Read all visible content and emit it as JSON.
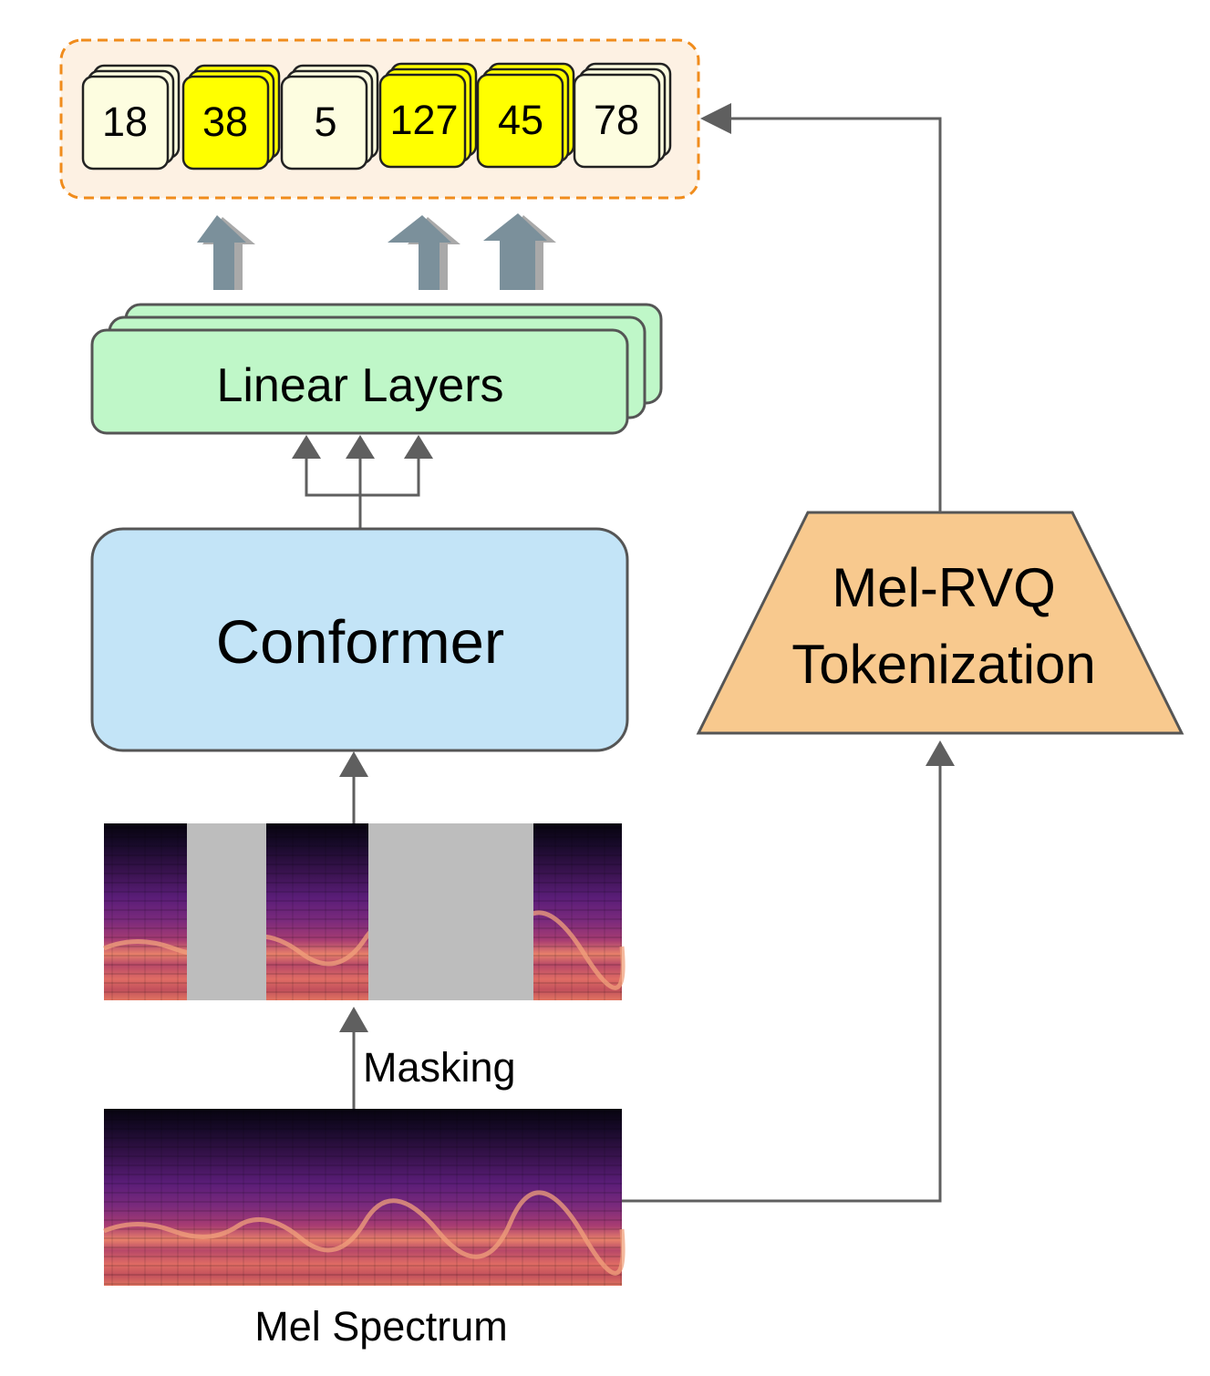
{
  "tokens": [
    {
      "value": "18",
      "highlighted": false
    },
    {
      "value": "38",
      "highlighted": true
    },
    {
      "value": "5",
      "highlighted": false
    },
    {
      "value": "127",
      "highlighted": true
    },
    {
      "value": "45",
      "highlighted": true
    },
    {
      "value": "78",
      "highlighted": false
    }
  ],
  "linear_layers_label": "Linear Layers",
  "conformer_label": "Conformer",
  "tokenizer_label_line1": "Mel-RVQ",
  "tokenizer_label_line2": "Tokenization",
  "masking_label": "Masking",
  "mel_spectrum_label": "Mel Spectrum",
  "colors": {
    "token_plain": "#fdfde0",
    "token_highlight": "#ffff00",
    "token_container_fill": "#fdf1e3",
    "token_container_border": "#f08c1c",
    "linear_fill": "#bff7c8",
    "conformer_fill": "#c3e4f7",
    "tokenizer_fill": "#f8c98e",
    "mask_gray": "#bdbdbd",
    "arrow_gray": "#5f5f5f",
    "block_arrow": "#7b909b"
  }
}
